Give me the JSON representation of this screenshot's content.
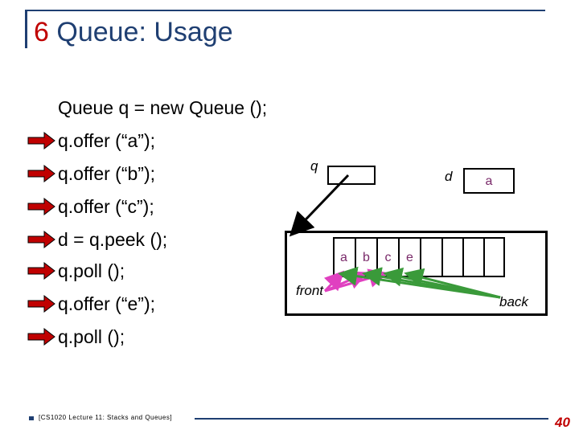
{
  "slide": {
    "title_number": "6",
    "title_text": "Queue: Usage"
  },
  "code_lines": [
    "Queue q = new Queue ();",
    "q.offer (“a”);",
    "q.offer (“b”);",
    "q.offer (“c”);",
    "d = q.peek ();",
    "q.poll ();",
    "q.offer (“e”);",
    "q.poll ();"
  ],
  "bullet_icon": "red-arrow-icon",
  "diagram": {
    "q_label": "q",
    "d_label": "d",
    "d_value": "a",
    "queue_items": [
      "a",
      "b",
      "c",
      "e"
    ],
    "front_label": "front",
    "back_label": "back",
    "colors": {
      "front_arrows": "#e040c0",
      "back_arrows": "#3a9a3a",
      "bullet": "#c00000"
    }
  },
  "footer": {
    "text": "[CS1020 Lecture 11: Stacks and Queues]",
    "page_number": "40"
  }
}
